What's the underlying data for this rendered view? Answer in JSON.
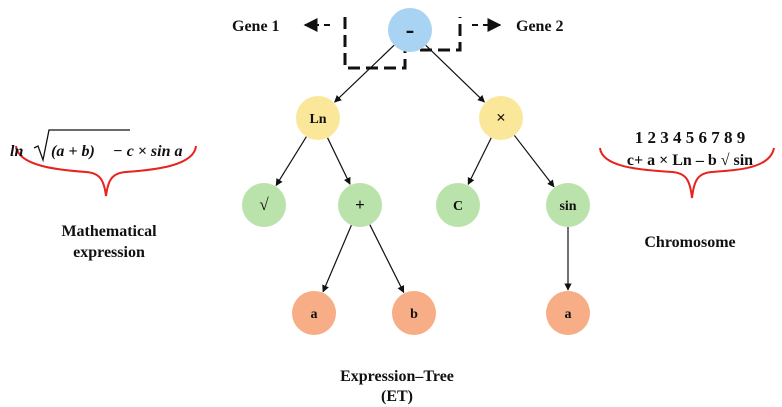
{
  "genes": {
    "gene1_label": "Gene 1",
    "gene2_label": "Gene 2"
  },
  "tree": {
    "nodes": [
      {
        "id": "minus",
        "label": "-",
        "color": "#a9d3f2"
      },
      {
        "id": "ln",
        "label": "Ln",
        "color": "#fbe79a"
      },
      {
        "id": "times",
        "label": "×",
        "color": "#fbe79a"
      },
      {
        "id": "sqrt",
        "label": "√",
        "color": "#b9e3ab"
      },
      {
        "id": "plus",
        "label": "+",
        "color": "#b9e3ab"
      },
      {
        "id": "c",
        "label": "C",
        "color": "#b9e3ab"
      },
      {
        "id": "sin",
        "label": "sin",
        "color": "#b9e3ab"
      },
      {
        "id": "a1",
        "label": "a",
        "color": "#f7ad85"
      },
      {
        "id": "b",
        "label": "b",
        "color": "#f7ad85"
      },
      {
        "id": "a2",
        "label": "a",
        "color": "#f7ad85"
      }
    ],
    "edges": [
      [
        "minus",
        "ln"
      ],
      [
        "minus",
        "times"
      ],
      [
        "ln",
        "sqrt"
      ],
      [
        "ln",
        "plus"
      ],
      [
        "times",
        "c"
      ],
      [
        "times",
        "sin"
      ],
      [
        "plus",
        "a1"
      ],
      [
        "plus",
        "b"
      ],
      [
        "sin",
        "a2"
      ]
    ]
  },
  "math": {
    "ln": "ln",
    "radicand": "(a + b)",
    "rest": "− c × sin a",
    "caption_line1": "Mathematical",
    "caption_line2": "expression"
  },
  "chromosome": {
    "positions": "1 2 3 4 5 6 7 8 9",
    "sequence": "c+ a × Ln – b √ sin",
    "caption": "Chromosome"
  },
  "tree_caption": {
    "line1": "Expression–Tree",
    "line2": "(ET)"
  },
  "colors": {
    "brace": "#e8231e",
    "dash": "#111111"
  }
}
